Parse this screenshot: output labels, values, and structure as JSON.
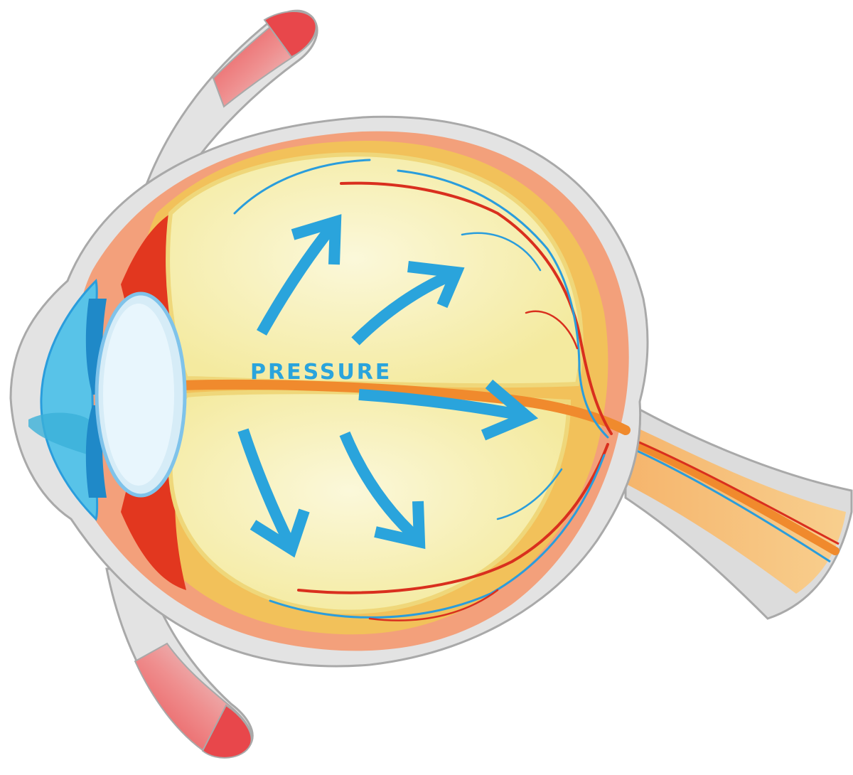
{
  "diagram": {
    "label": "PRESSURE",
    "colors": {
      "background": "#ffffff",
      "sclera": "#d9d9d9",
      "sclera_outline": "#a9a9a9",
      "choroid": "#f29a72",
      "retina": "#f3c35e",
      "vitreous": "#f6efb6",
      "vitreous_highlight": "#fbf7d6",
      "arrow": "#2aa4dc",
      "muscle": "#e8474b",
      "vessel_red": "#d92f1e",
      "vessel_blue": "#2a9ddc",
      "optic_nerve": "#f08a2d",
      "lens": "#d6ecf7",
      "cornea": "#58c3e8",
      "iris": "#1f89c8"
    },
    "arrows": [
      {
        "name": "arrow-up-left"
      },
      {
        "name": "arrow-up-right"
      },
      {
        "name": "arrow-right"
      },
      {
        "name": "arrow-down-left"
      },
      {
        "name": "arrow-down-right"
      }
    ]
  }
}
